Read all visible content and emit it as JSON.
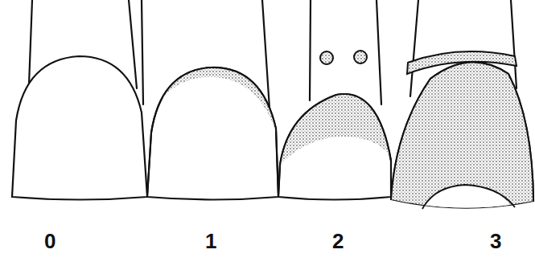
{
  "diagram": {
    "labels": [
      "0",
      "1",
      "2",
      "3"
    ]
  }
}
